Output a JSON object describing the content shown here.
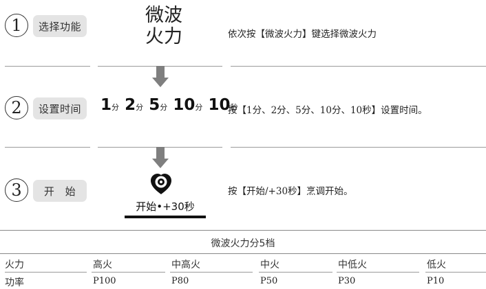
{
  "steps": [
    {
      "num": "1",
      "label": "选择功能",
      "instruction": "依次按【微波火力】键选择微波火力"
    },
    {
      "num": "2",
      "label": "设置时间",
      "instruction": "按【1分、2分、5分、10分、10秒】设置时间。"
    },
    {
      "num": "3",
      "label": "开  始",
      "instruction": "按【开始/+30秒】烹调开始。"
    }
  ],
  "microwave_button": {
    "line1": "微波",
    "line2": "火力"
  },
  "time_buttons": [
    {
      "n": "1",
      "u": "分"
    },
    {
      "n": "2",
      "u": "分"
    },
    {
      "n": "5",
      "u": "分"
    },
    {
      "n": "10",
      "u": "分"
    },
    {
      "n": "10",
      "u": "秒"
    }
  ],
  "start_button": {
    "label": "开始•+30秒"
  },
  "power_table": {
    "title": "微波火力分5档",
    "row_headers": [
      "火力",
      "功率"
    ],
    "columns": [
      {
        "level": "高火",
        "power": "P100"
      },
      {
        "level": "中高火",
        "power": "P80"
      },
      {
        "level": "中火",
        "power": "P50"
      },
      {
        "level": "中低火",
        "power": "P30"
      },
      {
        "level": "低火",
        "power": "P10"
      }
    ]
  }
}
